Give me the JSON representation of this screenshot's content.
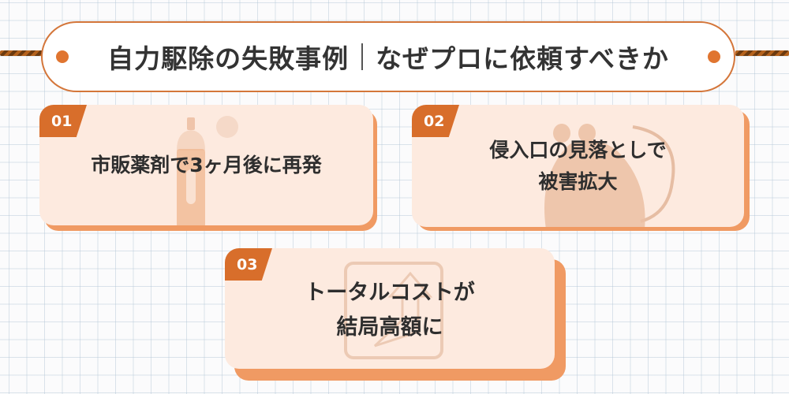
{
  "header": {
    "title_part1": "自力駆除の失敗事例",
    "title_part2": "なぜプロに依頼すべきか"
  },
  "cards": [
    {
      "number": "01",
      "lines": [
        "市販薬剤で3ヶ月後に再発"
      ],
      "illustration": "spray-can-icon"
    },
    {
      "number": "02",
      "lines": [
        "侵入口の見落としで",
        "被害拡大"
      ],
      "illustration": "mouse-icon"
    },
    {
      "number": "03",
      "lines": [
        "トータルコストが",
        "結局高額に"
      ],
      "illustration": "rising-cost-arrow-icon"
    }
  ],
  "colors": {
    "accent": "#d86e2b",
    "card_face": "#fdeadf",
    "card_shadow": "#f09a63",
    "title_border": "#d4763a",
    "text": "#2e2e2e"
  }
}
